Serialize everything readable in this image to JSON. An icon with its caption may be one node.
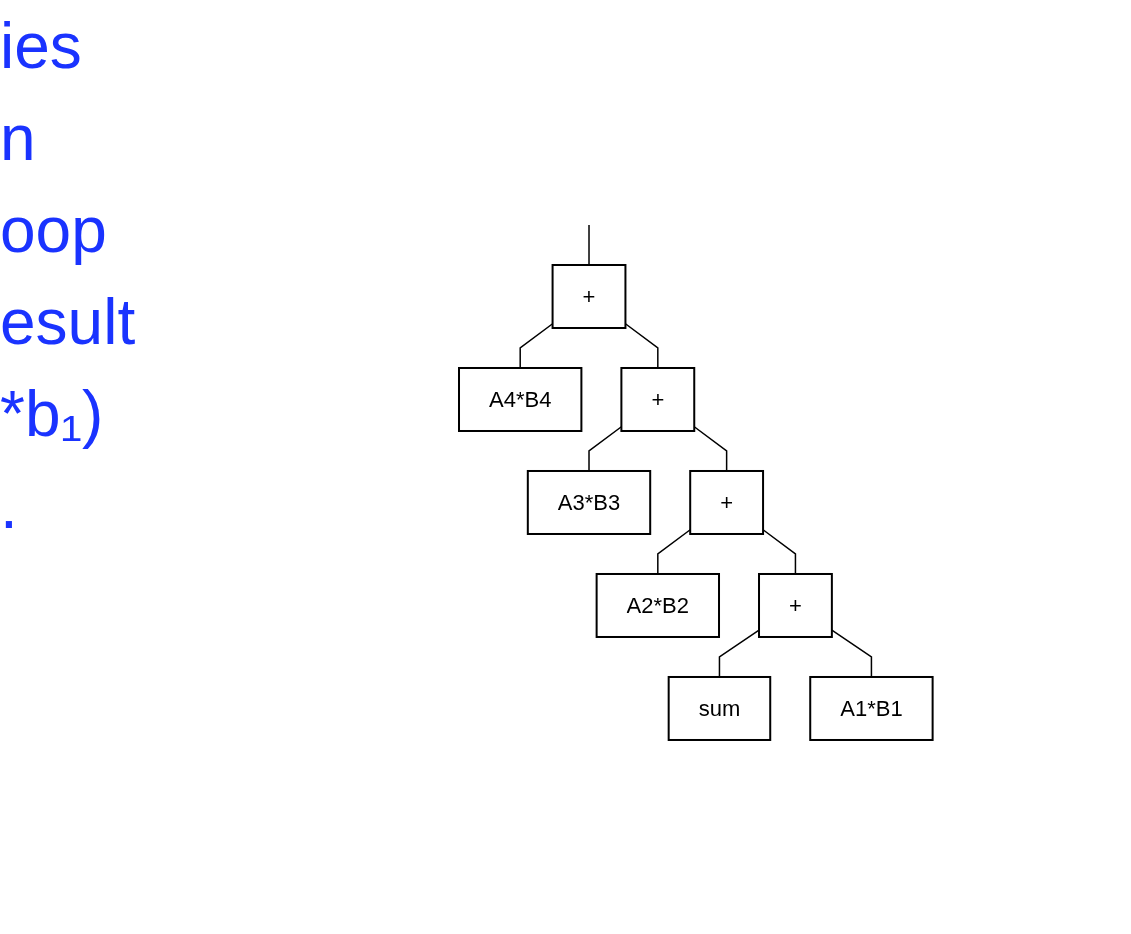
{
  "diagram": {
    "nodes": [
      {
        "text": [
          "+"
        ]
      },
      {
        "text": [
          "A4*B4"
        ]
      },
      {
        "text": [
          "+"
        ]
      },
      {
        "text": [
          "A3*B3"
        ]
      },
      {
        "text": [
          "+"
        ]
      },
      {
        "text": [
          "A2*B2"
        ]
      },
      {
        "text": [
          "+"
        ]
      },
      {
        "text": [
          "sum"
        ]
      },
      {
        "text": [
          "A1*B1"
        ]
      }
    ],
    "edges": [
      {
        "from": null,
        "to": 0,
        "arrow": "none"
      },
      {
        "from": 0,
        "to": 2,
        "arrow": "none"
      },
      {
        "from": 0,
        "to": 1,
        "arrow": "none"
      },
      {
        "from": 2,
        "to": 4,
        "arrow": "none"
      },
      {
        "from": 2,
        "to": 3,
        "arrow": "none"
      },
      {
        "from": 4,
        "to": 6,
        "arrow": "none"
      },
      {
        "from": 4,
        "to": 5,
        "arrow": "none"
      },
      {
        "from": 6,
        "to": 7,
        "arrow": "none"
      },
      {
        "from": 6,
        "to": 8,
        "arrow": "none"
      }
    ],
    "labels": [
      "ies",
      "n",
      "oop",
      "esult",
      "*b₁)",
      "."
    ]
  }
}
